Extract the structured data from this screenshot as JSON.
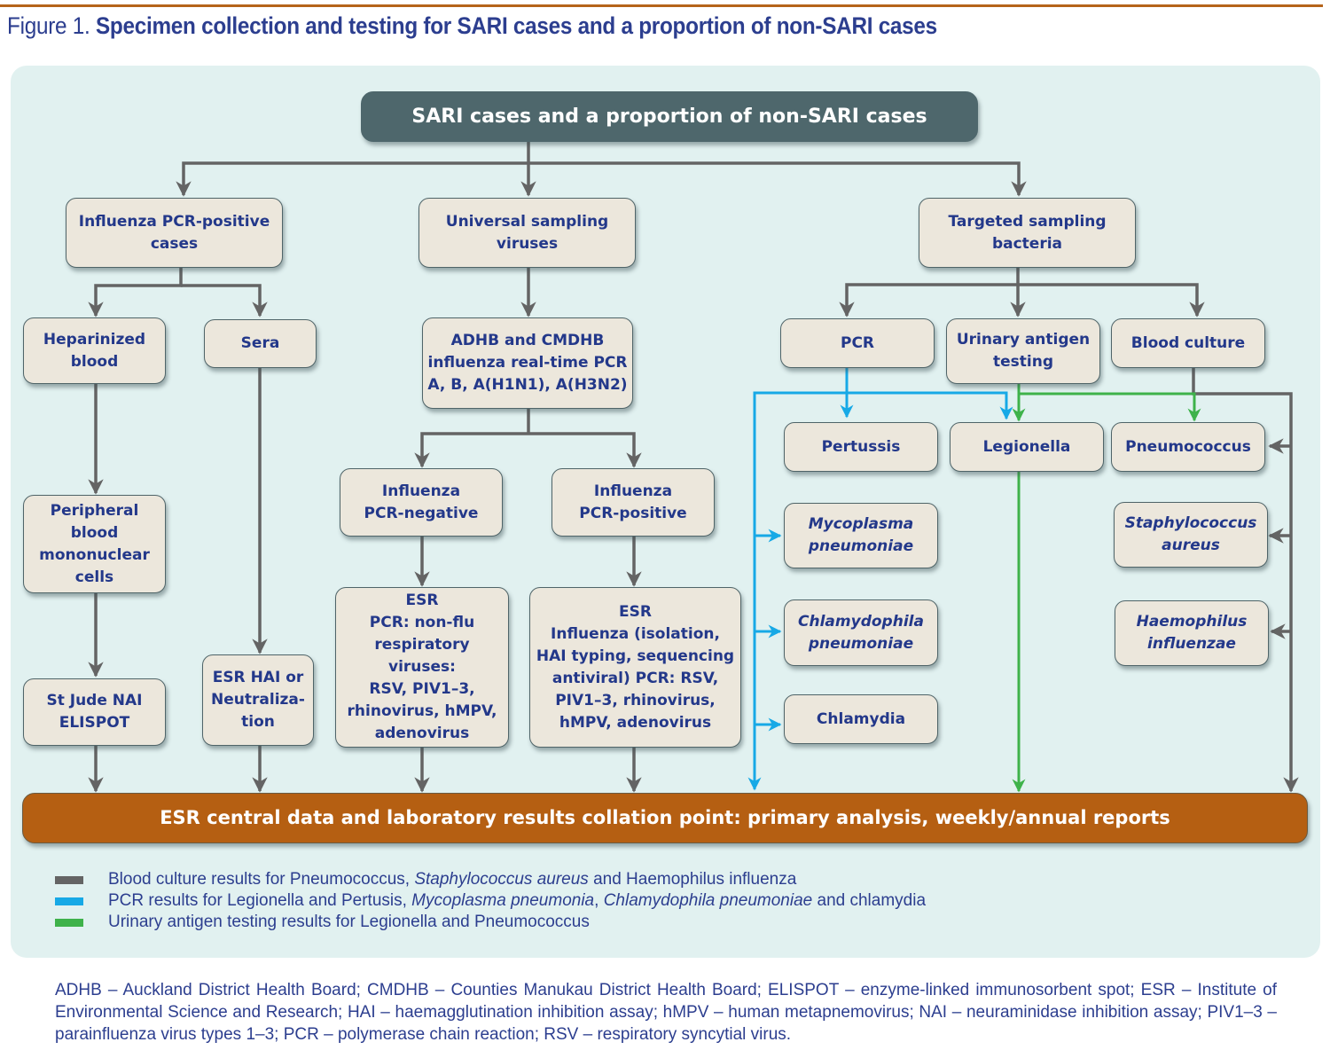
{
  "figure": {
    "label": "Figure 1.",
    "title": "Specimen collection and testing for SARI cases and a proportion of non-SARI cases"
  },
  "colors": {
    "rule": "#b5641a",
    "panel": "#e1f1f0",
    "node_fill": "#ece7dc",
    "node_text": "#23388a",
    "root_fill": "#4e676c",
    "sink_fill": "#b55f12",
    "line_grey": "#646464",
    "line_blue": "#17a9e6",
    "line_green": "#3eb24a"
  },
  "nodes": {
    "root": [
      "SARI cases and a proportion of non-SARI cases"
    ],
    "flu_pos_cases": [
      "Influenza PCR-positive",
      "cases"
    ],
    "universal": [
      "Universal sampling",
      "viruses"
    ],
    "targeted": [
      "Targeted sampling",
      "bacteria"
    ],
    "hep_blood": [
      "Heparinized",
      "blood"
    ],
    "sera": [
      "Sera"
    ],
    "adhb_pcr": [
      "ADHB and CMDHB",
      "influenza real-time PCR",
      "A, B, A(H1N1), A(H3N2)"
    ],
    "pcr": [
      "PCR"
    ],
    "urinary": [
      "Urinary antigen",
      "testing"
    ],
    "blood_culture": [
      "Blood culture"
    ],
    "pbmc": [
      "Peripheral",
      "blood",
      "mononuclear",
      "cells"
    ],
    "flu_neg": [
      "Influenza",
      "PCR-negative"
    ],
    "flu_pos": [
      "Influenza",
      "PCR-positive"
    ],
    "pertussis": [
      "Pertussis"
    ],
    "legionella": [
      "Legionella"
    ],
    "pneumococcus": [
      "Pneumococcus"
    ],
    "mycoplasma": [
      "Mycoplasma",
      "pneumoniae"
    ],
    "staph": [
      "Staphylococcus",
      "aureus"
    ],
    "chlamydophila": [
      "Chlamydophila",
      "pneumoniae"
    ],
    "haemophilus": [
      "Haemophilus",
      "influenzae"
    ],
    "chlamydia": [
      "Chlamydia"
    ],
    "st_jude": [
      "St Jude NAI",
      "ELISPOT"
    ],
    "esr_hai": [
      "ESR HAI or",
      "Neutraliza-",
      "tion"
    ],
    "esr_nonflu": [
      "ESR",
      "PCR: non-flu",
      "respiratory viruses:",
      "RSV, PIV1–3,",
      "rhinovirus, hMPV,",
      "adenovirus"
    ],
    "esr_flu": [
      "ESR",
      "Influenza (isolation,",
      "HAI typing, sequencing",
      "antiviral) PCR: RSV,",
      "PIV1–3, rhinovirus,",
      "hMPV, adenovirus"
    ],
    "sink": [
      "ESR central data and laboratory results collation point: primary analysis, weekly/annual reports"
    ]
  },
  "legend": [
    {
      "color": "#646464",
      "parts": [
        {
          "t": "Blood culture results for Pneumococcus, "
        },
        {
          "t": "Staphylococcus aureus",
          "i": true
        },
        {
          "t": " and Haemophilus influenza"
        }
      ]
    },
    {
      "color": "#17a9e6",
      "parts": [
        {
          "t": "PCR results for Legionella and Pertusis, "
        },
        {
          "t": "Mycoplasma pneumonia",
          "i": true
        },
        {
          "t": ", "
        },
        {
          "t": "Chlamydophila pneumoniae",
          "i": true
        },
        {
          "t": " and chlamydia"
        }
      ]
    },
    {
      "color": "#3eb24a",
      "parts": [
        {
          "t": "Urinary antigen testing results for Legionella and Pneumococcus"
        }
      ]
    }
  ],
  "footnote": "ADHB – Auckland District Health Board; CMDHB – Counties Manukau District Health Board; ELISPOT – enzyme-linked immunosorbent spot; ESR – Institute of Environmental Science and Research; HAI – haemagglutination inhibition assay; hMPV – human metapnemovirus; NAI – neuraminidase inhibition assay; PIV1–3 – parainfluenza virus types 1–3; PCR – polymerase chain reaction; RSV – respiratory syncytial virus."
}
